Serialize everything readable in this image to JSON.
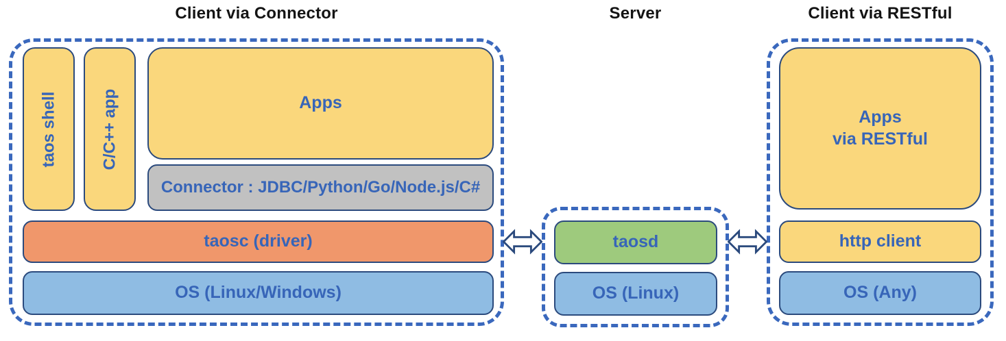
{
  "diagram": {
    "titles": {
      "client_connector": "Client via Connector",
      "server": "Server",
      "client_restful": "Client via RESTful"
    },
    "client_connector": {
      "taos_shell": "taos shell",
      "cpp_app": "C/C++ app",
      "apps": "Apps",
      "connector": "Connector : JDBC/Python/Go/Node.js/C#",
      "taosc": "taosc (driver)",
      "os": "OS (Linux/Windows)"
    },
    "server": {
      "taosd": "taosd",
      "os": "OS (Linux)"
    },
    "client_restful": {
      "apps_line1": "Apps",
      "apps_line2": "via RESTful",
      "http_client": "http client",
      "os": "OS (Any)"
    },
    "icons": {
      "left_link": "bidirectional-arrow",
      "right_link": "bidirectional-arrow"
    },
    "colors": {
      "dash_blue": "#3A68BD",
      "label_blue": "#3765B8",
      "box_border_navy": "#2B4A7D",
      "yellow": "#FAD77C",
      "gray": "#C1C1C1",
      "orange": "#F0976B",
      "light_blue": "#8FBCE3",
      "green": "#9ECA7D",
      "title_black": "#141414"
    }
  }
}
